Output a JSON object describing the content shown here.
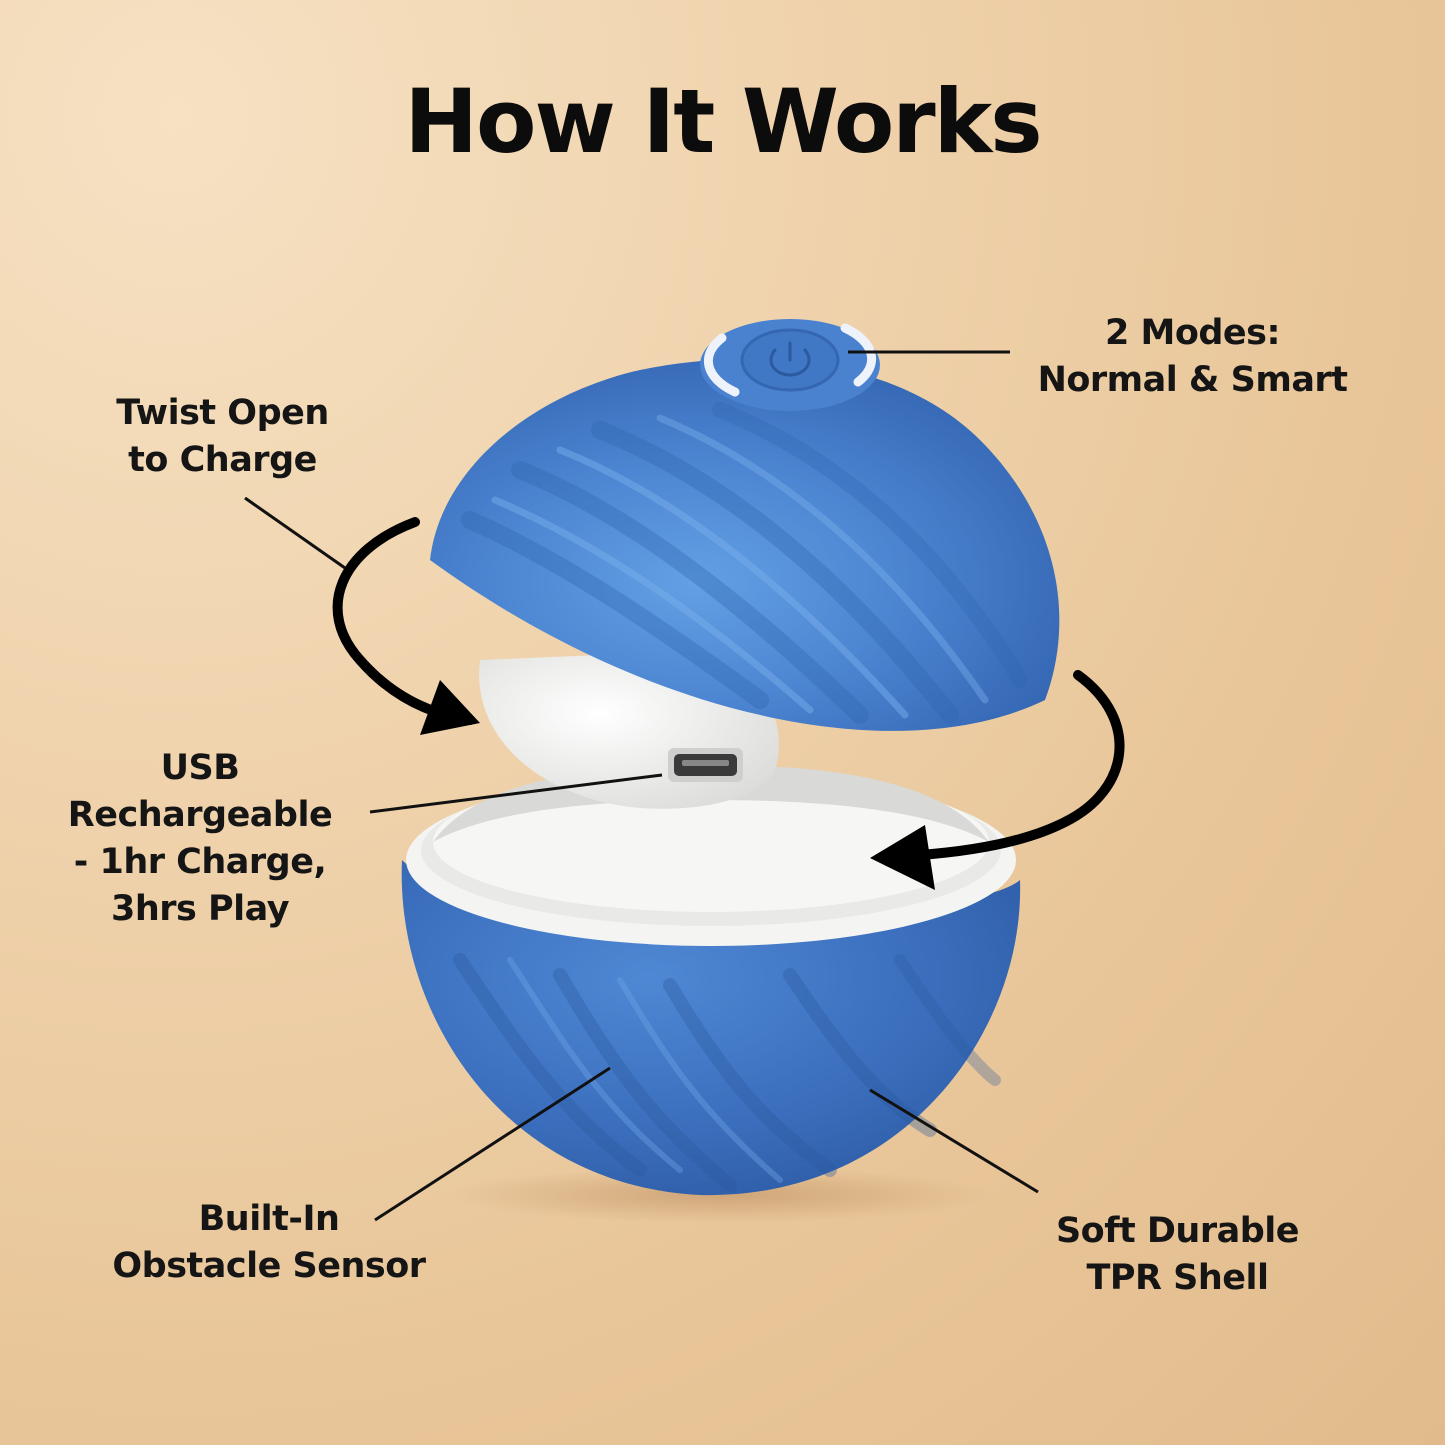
{
  "title": "How It Works",
  "callouts": {
    "modes": {
      "line1": "2 Modes:",
      "line2": "Normal & Smart"
    },
    "twist": {
      "line1": "Twist Open",
      "line2": "to Charge"
    },
    "usb": {
      "line1": "USB",
      "line2": "Rechargeable",
      "line3": "- 1hr Charge,",
      "line4": "3hrs Play"
    },
    "sensor": {
      "line1": "Built-In",
      "line2": "Obstacle Sensor"
    },
    "shell": {
      "line1": "Soft Durable",
      "line2": "TPR Shell"
    }
  },
  "colors": {
    "ball_blue": "#3f75c4",
    "ball_blue_light": "#5b96dc",
    "ball_inner": "#f2f2f0",
    "text": "#111111"
  },
  "icons": [
    "power-button-icon",
    "twist-arrow-icon",
    "micro-usb-port-icon"
  ]
}
